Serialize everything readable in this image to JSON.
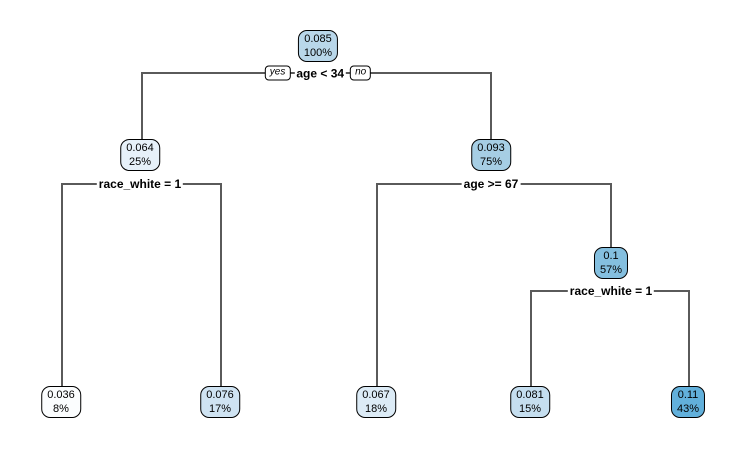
{
  "figure": {
    "type": "decision-tree-plot",
    "background": "#ffffff",
    "branch_color": "#5a5a5a",
    "edge_labels": {
      "yes": "yes",
      "no": "no"
    }
  },
  "splits": [
    {
      "label": "age < 34"
    },
    {
      "label": "race_white = 1"
    },
    {
      "label": "age >= 67"
    },
    {
      "label": "race_white = 1"
    }
  ],
  "nodes": [
    {
      "role": "root",
      "value": "0.085",
      "percent": "100%",
      "fill": "#B9D7EA"
    },
    {
      "role": "internal",
      "value": "0.064",
      "percent": "25%",
      "fill": "#E7F1F9"
    },
    {
      "role": "internal",
      "value": "0.093",
      "percent": "75%",
      "fill": "#A6CEE4"
    },
    {
      "role": "internal",
      "value": "0.1",
      "percent": "57%",
      "fill": "#84BFDF"
    },
    {
      "role": "leaf",
      "value": "0.036",
      "percent": "8%",
      "fill": "#FBFDFE"
    },
    {
      "role": "leaf",
      "value": "0.076",
      "percent": "17%",
      "fill": "#CFE3F2"
    },
    {
      "role": "leaf",
      "value": "0.067",
      "percent": "18%",
      "fill": "#DCEBF6"
    },
    {
      "role": "leaf",
      "value": "0.081",
      "percent": "15%",
      "fill": "#C5DEEF"
    },
    {
      "role": "leaf",
      "value": "0.11",
      "percent": "43%",
      "fill": "#62B0DB"
    }
  ]
}
